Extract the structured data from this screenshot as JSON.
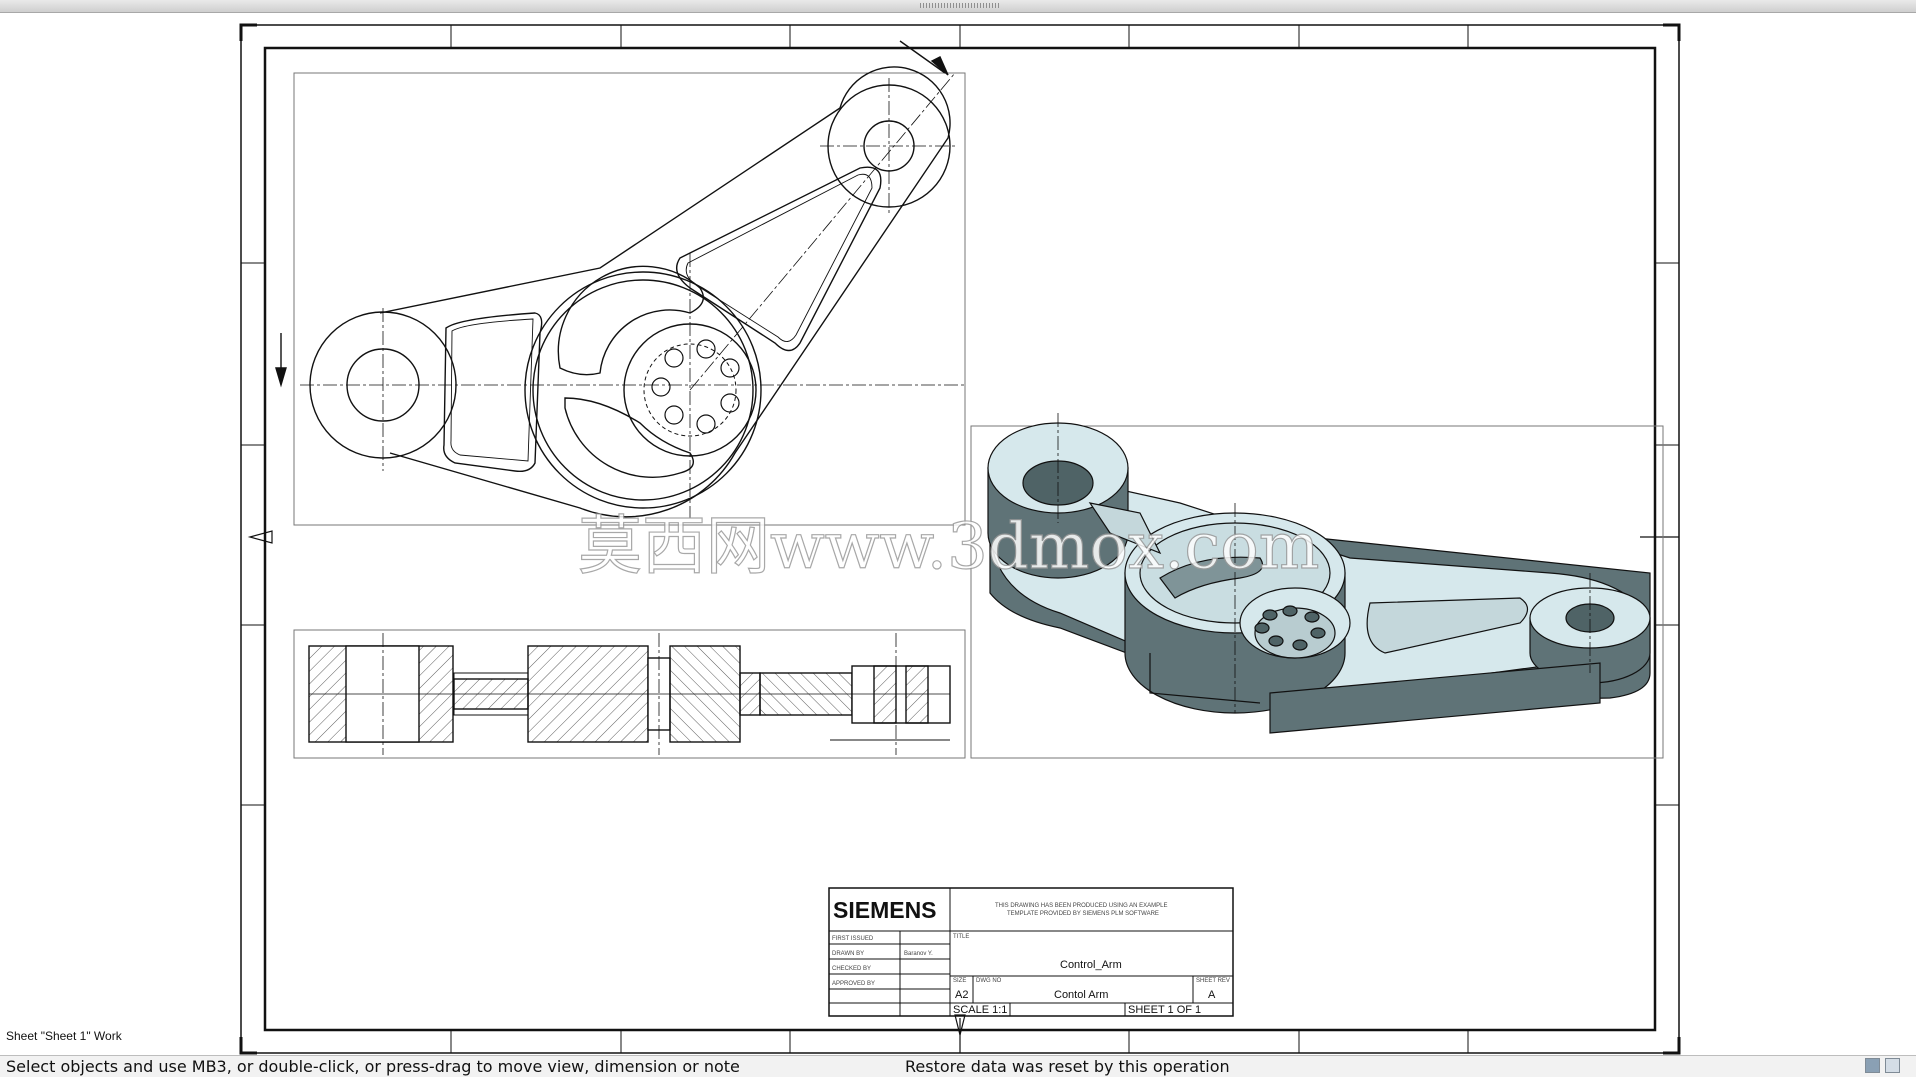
{
  "window": {
    "sheet_caption": "Sheet \"Sheet 1\" Work"
  },
  "status_bar": {
    "prompt": "Select objects and use MB3, or double-click, or press-drag to move view, dimension or note",
    "message": "Restore data was reset by this operation"
  },
  "watermark": {
    "text": "莫西网www.3dmox.com"
  },
  "title_block": {
    "brand": "SIEMENS",
    "note_line1": "THIS DRAWING HAS BEEN PRODUCED USING AN EXAMPLE",
    "note_line2": "TEMPLATE PROVIDED BY SIEMENS PLM SOFTWARE",
    "label_first_issued": "FIRST ISSUED",
    "label_drawn_by": "DRAWN BY",
    "drawn_by_value": "Baranov Y.",
    "label_checked_by": "CHECKED BY",
    "label_approved_by": "APPROVED BY",
    "label_title": "TITLE",
    "title_value": "Control_Arm",
    "label_size": "SIZE",
    "size_value": "A2",
    "label_dwg_no": "DWG NO",
    "dwg_no_value": "Contol Arm",
    "label_sheet_rev": "SHEET REV",
    "sheet_rev_value": "A",
    "scale_value": "SCALE 1:1",
    "sheet_value": "SHEET 1 OF 1"
  },
  "colors": {
    "part_face": "#d6e8ec",
    "part_side": "#5f7377",
    "line": "#111111",
    "status_bg": "#f2f2f2"
  }
}
